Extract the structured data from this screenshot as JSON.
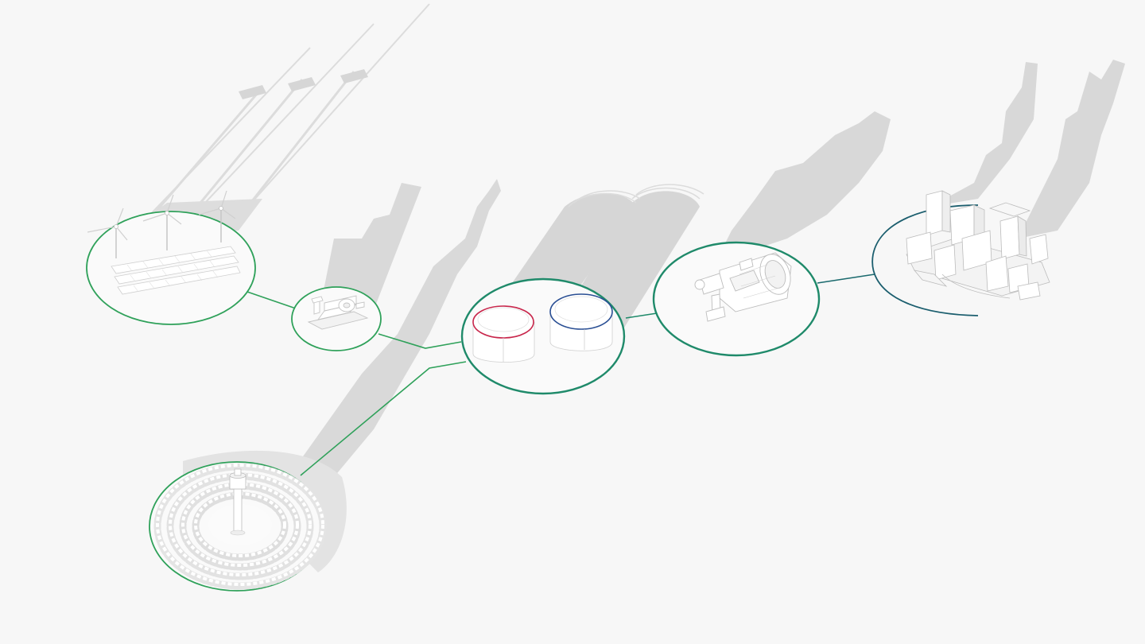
{
  "colors": {
    "background": "#f7f7f7",
    "shadow": "#d9d9d9",
    "model_white": "#ffffff",
    "model_edge": "#c8c8c8",
    "ring_green": "#2fa15a",
    "ring_teal": "#1f8a6a",
    "ring_dark_teal": "#1b5e6e",
    "tank_red": "#c8264b",
    "tank_blue": "#2a4f94"
  },
  "nodes": [
    {
      "id": "renewables",
      "icon": "wind-solar-farm-icon"
    },
    {
      "id": "electrolyzer",
      "icon": "electrolyzer-unit-icon"
    },
    {
      "id": "storage",
      "icon": "storage-tanks-icon"
    },
    {
      "id": "turbine",
      "icon": "gas-turbine-icon"
    },
    {
      "id": "city",
      "icon": "city-buildings-icon"
    },
    {
      "id": "solar-tower",
      "icon": "solar-tower-field-icon"
    }
  ]
}
